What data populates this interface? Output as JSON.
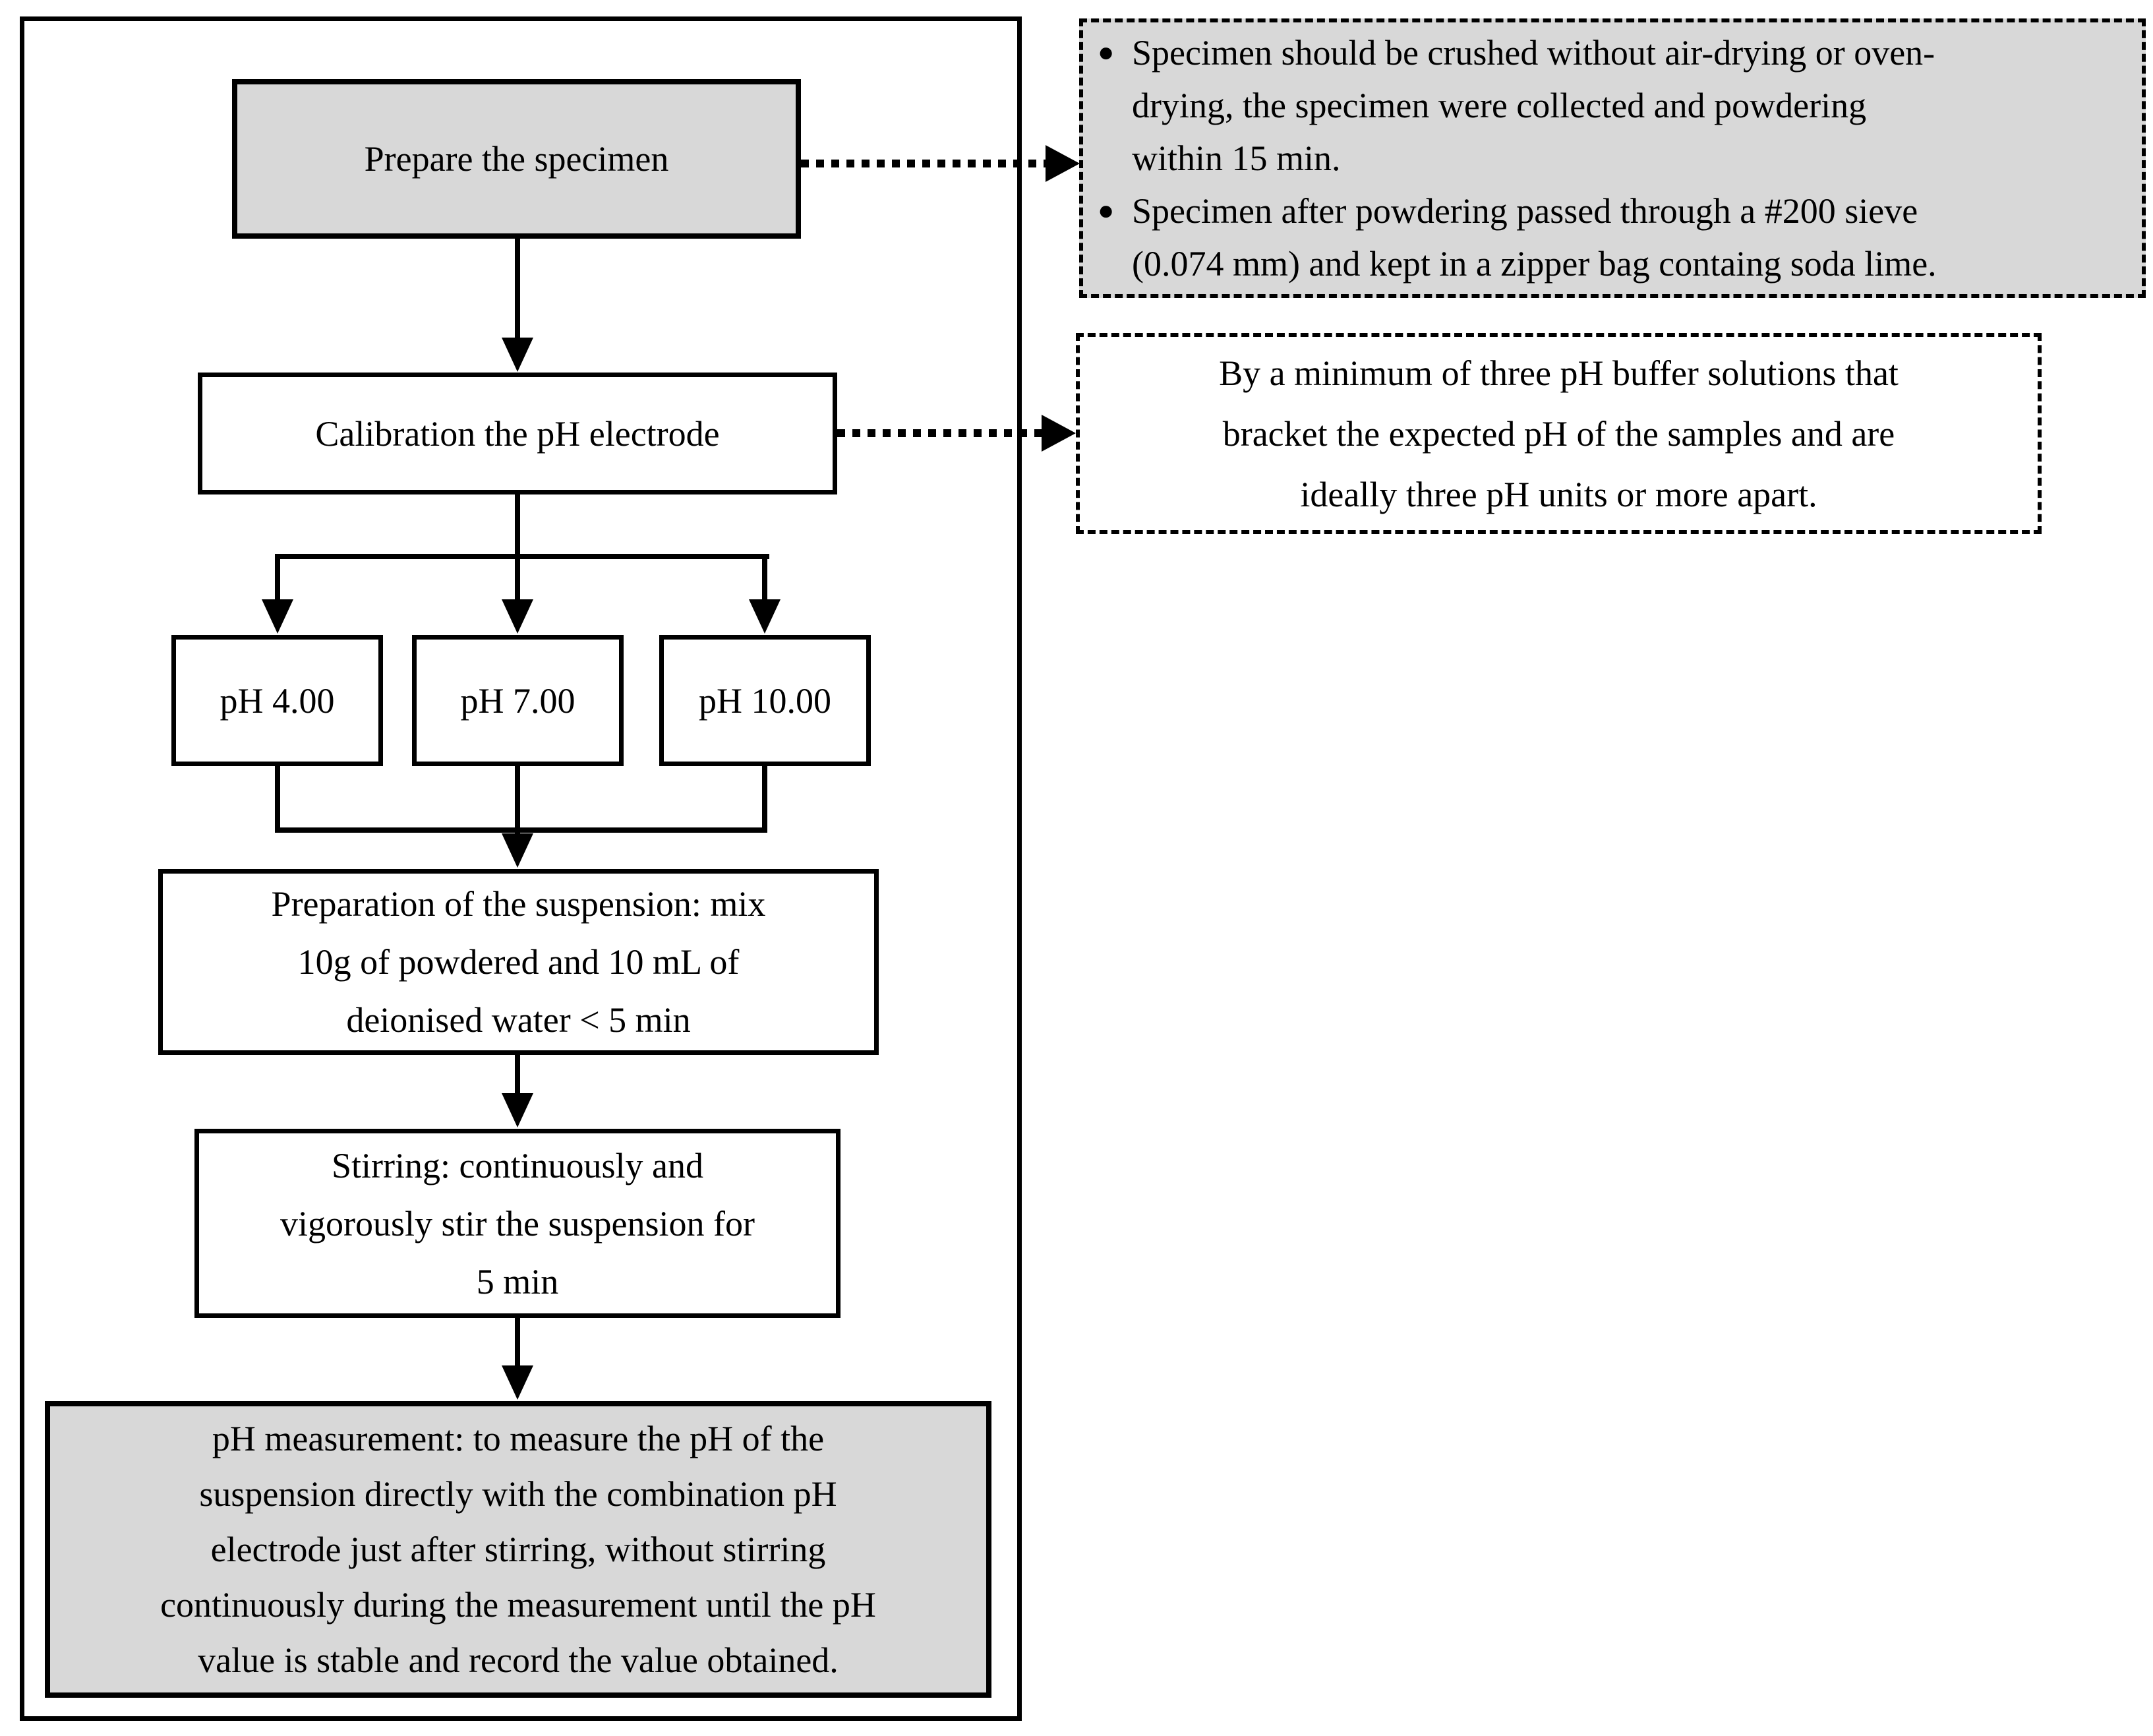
{
  "nodes": {
    "prepare": {
      "label": "Prepare the specimen"
    },
    "calibration": {
      "label": "Calibration the pH electrode"
    },
    "buffer_ph4": {
      "label": "pH 4.00"
    },
    "buffer_ph7": {
      "label": "pH 7.00"
    },
    "buffer_ph10": {
      "label": "pH 10.00"
    },
    "suspension": {
      "lines": [
        "Preparation of the suspension: mix",
        "10g of powdered and 10 mL of",
        "deionised water < 5 min"
      ]
    },
    "stirring": {
      "lines": [
        "Stirring: continuously and",
        "vigorously stir the suspension for",
        "5 min"
      ]
    },
    "measurement": {
      "lines": [
        "pH measurement: to measure the pH of the",
        "suspension directly with the combination pH",
        "electrode just after stirring, without stirring",
        "continuously during the measurement until the pH",
        "value is stable and record the value obtained."
      ]
    }
  },
  "notes": {
    "specimen_note": {
      "bullet_glyph": "●",
      "items": [
        {
          "lines": [
            "Specimen should be crushed without air-drying or oven-",
            "drying, the specimen were collected and powdering",
            "within 15 min."
          ]
        },
        {
          "lines": [
            "Specimen after powdering passed through a #200 sieve",
            "(0.074 mm) and kept in a zipper bag containg soda lime."
          ]
        }
      ]
    },
    "calibration_note": {
      "lines": [
        "By a minimum of three pH buffer solutions that",
        "bracket the expected pH of the samples and are",
        "ideally three pH units or more apart."
      ]
    }
  },
  "colors": {
    "box_fill_gray": "#d8d8d8",
    "box_fill_white": "#ffffff",
    "line_color": "#000000",
    "background": "#ffffff"
  }
}
